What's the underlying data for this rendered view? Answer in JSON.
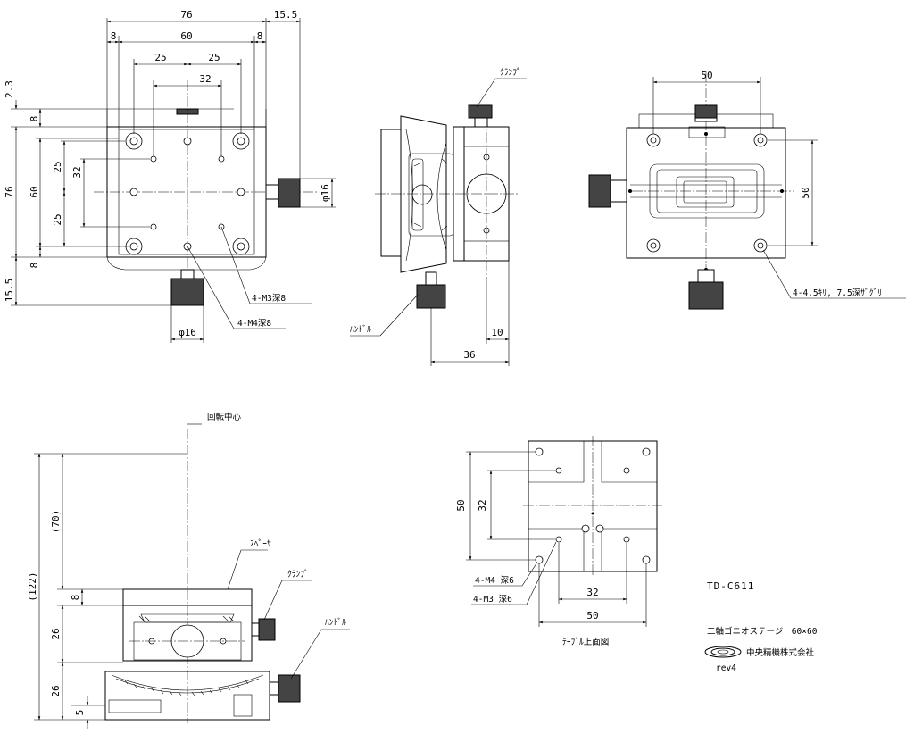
{
  "top_view": {
    "dims": {
      "w76": "76",
      "w15_5": "15.5",
      "w8a": "8",
      "w60": "60",
      "w8b": "8",
      "w25a": "25",
      "w25b": "25",
      "w32": "32",
      "h2_3": "2.3",
      "h8a": "8",
      "h76": "76",
      "h60": "60",
      "h25a": "25",
      "h32": "32",
      "h25b": "25",
      "h8b": "8",
      "h15_5": "15.5",
      "phi16_side": "φ16",
      "phi16_bottom": "φ16"
    },
    "callouts": {
      "m3": "4-M3深8",
      "m4": "4-M4深8"
    }
  },
  "front_view": {
    "labels": {
      "clamp": "ｸﾗﾝﾌﾟ",
      "handle": "ﾊﾝﾄﾞﾙ"
    },
    "dims": {
      "d10": "10",
      "d36": "36"
    }
  },
  "bottom_view": {
    "dims": {
      "d50_w": "50",
      "d50_h": "50"
    },
    "callouts": {
      "counterbore": "4-4.5ｷﾘ, 7.5深ｻﾞｸﾞﾘ"
    }
  },
  "side_view": {
    "labels": {
      "rotation_center": "回転中心",
      "spacer": "ｽﾍﾟｰｻ",
      "clamp": "ｸﾗﾝﾌﾟ",
      "handle": "ﾊﾝﾄﾞﾙ"
    },
    "dims": {
      "d122": "(122)",
      "d70": "(70)",
      "d8": "8",
      "d26a": "26",
      "d26b": "26",
      "d5": "5"
    }
  },
  "table_view": {
    "dims": {
      "d50_v": "50",
      "d32_v": "32",
      "d32_h": "32",
      "d50_h": "50"
    },
    "callouts": {
      "m4": "4-M4 深6",
      "m3": "4-M3 深6"
    },
    "caption": "ﾃｰﾌﾞﾙ上面図"
  },
  "title_block": {
    "model": "TD-C611",
    "name": "二軸ゴニオステージ　60×60",
    "company": "中央精機株式会社",
    "rev": "rev4"
  }
}
